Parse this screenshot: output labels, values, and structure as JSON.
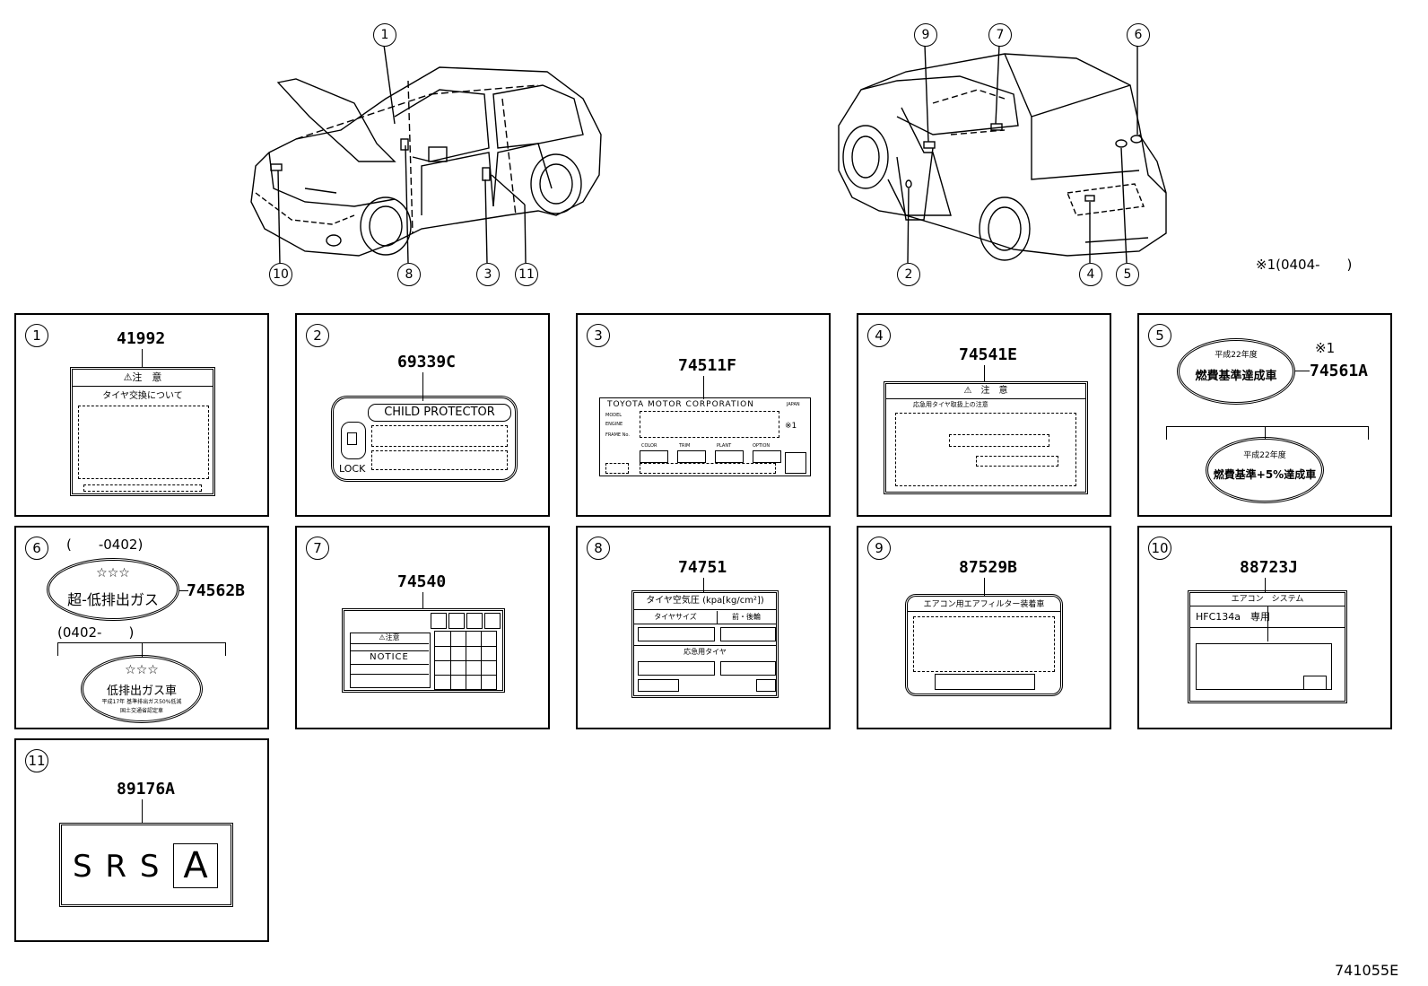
{
  "callouts": {
    "c1": "1",
    "c2": "2",
    "c3": "3",
    "c4": "4",
    "c5": "5",
    "c6": "6",
    "c7": "7",
    "c8": "8",
    "c9": "9",
    "c10": "10",
    "c11": "11"
  },
  "note_top": "※1(0404-　　)",
  "footer_code": "741055E",
  "panels": {
    "p1": {
      "num": "1",
      "part": "41992",
      "title": "⚠注　意",
      "sub": "タイヤ交換について"
    },
    "p2": {
      "num": "2",
      "part": "69339C",
      "title": "CHILD PROTECTOR",
      "lock": "LOCK"
    },
    "p3": {
      "num": "3",
      "part": "74511F",
      "title": "TOYOTA MOTOR CORPORATION",
      "japan": "JAPAN",
      "model": "MODEL",
      "engine": "ENGINE",
      "frame": "FRAME No.",
      "color": "COLOR",
      "trim": "TRIM",
      "plant": "PLANT",
      "option": "OPTION",
      "mark": "※1"
    },
    "p4": {
      "num": "4",
      "part": "74541E",
      "title": "⚠　注　意",
      "sub": "応急用タイヤ取扱上の注意"
    },
    "p5": {
      "num": "5",
      "part": "74561A",
      "note": "※1",
      "year1": "平成22年度",
      "text1": "燃費基準達成車",
      "year2": "平成22年度",
      "text2": "燃費基準+5%達成車"
    },
    "p6": {
      "num": "6",
      "part": "74562B",
      "range1": "(　　-0402)",
      "stars1": "☆☆☆",
      "text1": "超-低排出ガス",
      "range2": "(0402-　　)",
      "stars2": "☆☆☆",
      "text2": "低排出ガス車",
      "small1": "平成17年 基準排出ガス50%低減",
      "small2": "国土交通省認定車"
    },
    "p7": {
      "num": "7",
      "part": "74540",
      "caution": "⚠注意",
      "notice": "NOTICE"
    },
    "p8": {
      "num": "8",
      "part": "74751",
      "title": "タイヤ空気圧 (kpa[kg/cm²])",
      "size": "タイヤサイズ",
      "fr": "前・後輪",
      "spare": "応急用タイヤ"
    },
    "p9": {
      "num": "9",
      "part": "87529B",
      "title": "エアコン用エアフィルター装着車"
    },
    "p10": {
      "num": "10",
      "part": "88723J",
      "title": "エアコン　システム",
      "sub": "HFC134a　専用"
    },
    "p11": {
      "num": "11",
      "part": "89176A",
      "srs": "S R S",
      "a": "A"
    }
  }
}
